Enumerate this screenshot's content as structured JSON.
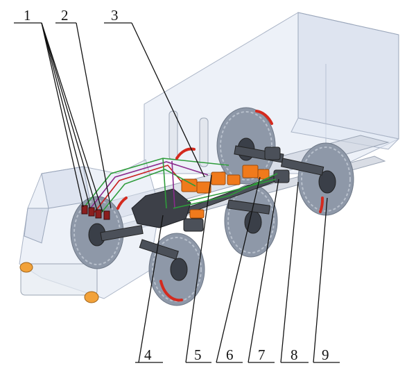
{
  "labels": {
    "l1": "1",
    "l2": "2",
    "l3": "3",
    "l4": "4",
    "l5": "5",
    "l6": "6",
    "l7": "7",
    "l8": "8",
    "l9": "9"
  },
  "colors": {
    "body": "#dfe6f2",
    "tire": "#8e98a8",
    "unit": "#f07a1c",
    "arrow": "#d42a1e",
    "wire_green": "#2e9c3a",
    "wire_purple": "#8a2a8c",
    "wire_red": "#c81e1e",
    "lamp": "#f2a23a"
  }
}
